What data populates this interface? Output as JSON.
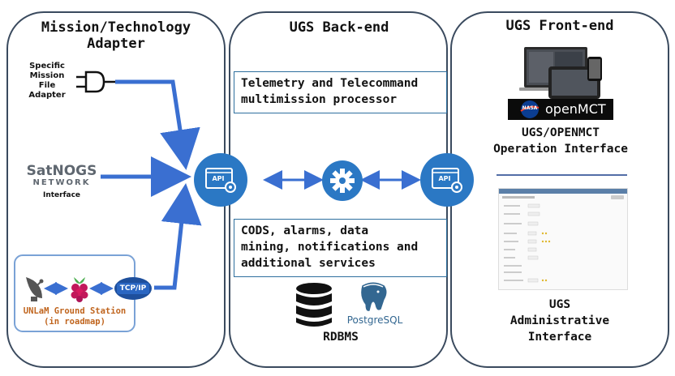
{
  "panels": {
    "adapter": {
      "title_line1": "Mission/Technology",
      "title_line2": "Adapter"
    },
    "backend": {
      "title": "UGS Back-end"
    },
    "frontend": {
      "title": "UGS Front-end"
    }
  },
  "adapter": {
    "specific_file": [
      "Specific",
      "Mission",
      "File",
      "Adapter"
    ],
    "satnogs_logo": "SatNOGS",
    "satnogs_network": "NETWORK",
    "satnogs_interface": "Interface",
    "tcpip": "TCP/IP",
    "ground_station": "UNLaM Ground Station",
    "ground_station_note": "(in roadmap)"
  },
  "backend": {
    "api_label": "API",
    "telemetry_line1": "Telemetry and Telecommand",
    "telemetry_line2": "multimission processor",
    "services_line1": "CODS, alarms, data",
    "services_line2": "mining, notifications and",
    "services_line3": "additional services",
    "postgres": "PostgreSQL",
    "rdbms": "RDBMS"
  },
  "frontend": {
    "nasa": "NASA",
    "openmct": "openMCT",
    "operation_line1": "UGS/OPENMCT",
    "operation_line2": "Operation Interface",
    "admin_line1": "UGS",
    "admin_line2": "Administrative",
    "admin_line3": "Interface"
  },
  "colors": {
    "accent": "#2b78c4",
    "arrow": "#3a6fd1",
    "border": "#3a4a5e",
    "orange": "#c0651e"
  },
  "icons": [
    "plug-icon",
    "satellite-dish-icon",
    "raspberry-pi-icon",
    "tcpip-icon",
    "api-icon",
    "gear-icon",
    "database-icon",
    "postgresql-elephant-icon",
    "devices-screenshot",
    "admin-form-screenshot"
  ]
}
